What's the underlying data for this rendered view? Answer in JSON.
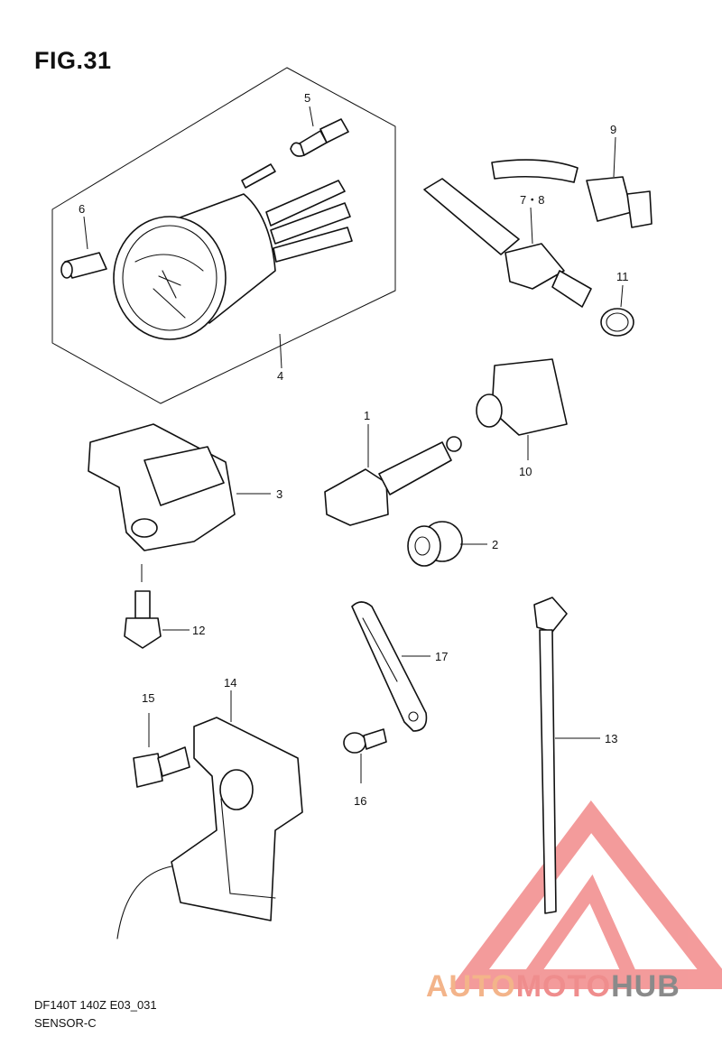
{
  "figure": {
    "title": "FIG.31"
  },
  "footer": {
    "model": "DF140T 140Z E03_031",
    "section": "SENSOR-C"
  },
  "watermark": {
    "part1": "AUTO",
    "part2": "MOTO",
    "part3": "HUB",
    "colors": {
      "triangle": "#f07a7a",
      "auto": "#f3b48a",
      "moto": "#ef8d8d",
      "hub": "#8a8a8a"
    }
  },
  "labels": {
    "p1": "1",
    "p2": "2",
    "p3": "3",
    "p4": "4",
    "p5": "5",
    "p6": "6",
    "p78": "7・8",
    "p9": "9",
    "p10": "10",
    "p11": "11",
    "p12": "12",
    "p13": "13",
    "p14": "14",
    "p15": "15",
    "p16": "16",
    "p17": "17"
  }
}
